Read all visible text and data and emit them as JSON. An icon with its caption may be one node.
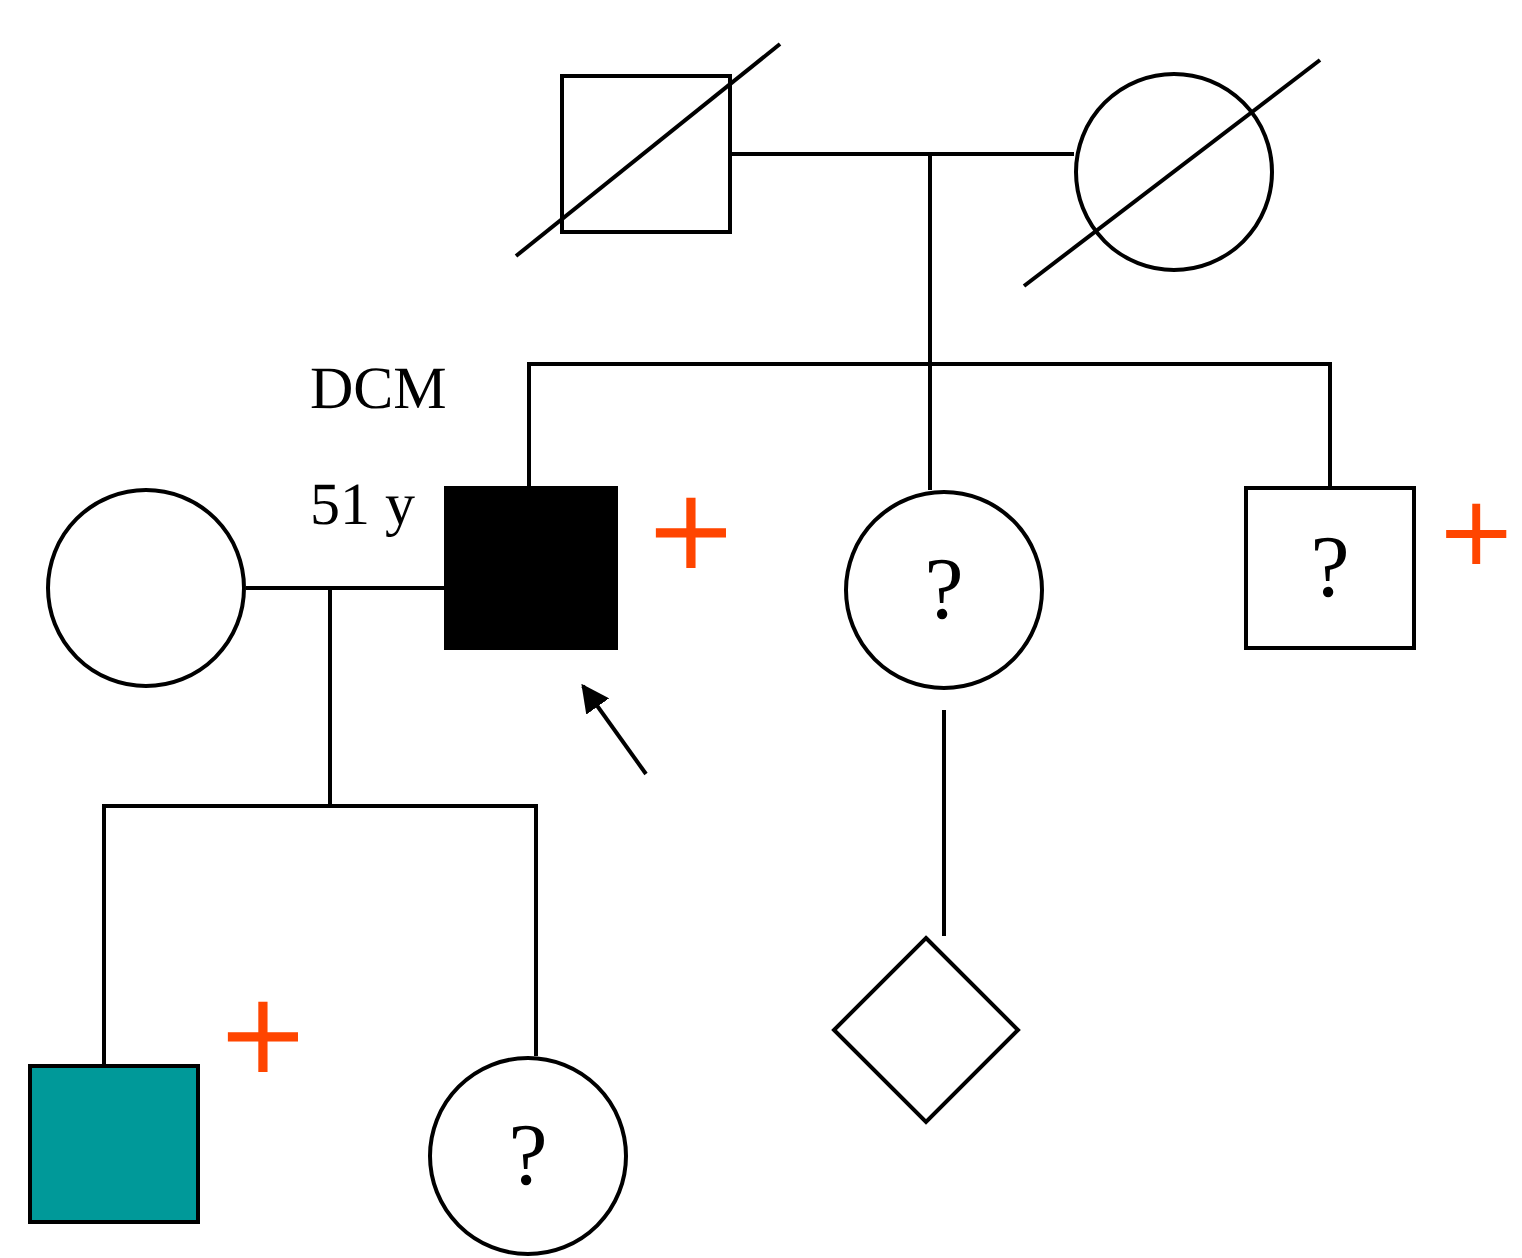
{
  "diagram": {
    "nodes": [
      {
        "text": [],
        "shape": "box"
      },
      {
        "text": [],
        "shape": "circle"
      },
      {
        "text": [],
        "shape": "box",
        "beside": [
          "DCM",
          "51 y",
          "+"
        ]
      },
      {
        "text": [
          "?"
        ]
      },
      {
        "text": [
          "?"
        ],
        "beside": [
          "+"
        ]
      },
      {
        "text": [],
        "shape": "circle"
      },
      {
        "text": [],
        "shape": "box",
        "beside": [
          "+"
        ]
      },
      {
        "text": [
          "?"
        ]
      },
      {
        "text": [],
        "shape": "diamond"
      }
    ],
    "edges": [
      {
        "from": 0,
        "to": 1,
        "arrow": "none"
      },
      {
        "from": 0,
        "to": 2,
        "arrow": "none"
      },
      {
        "from": 0,
        "to": 3,
        "arrow": "none"
      },
      {
        "from": 0,
        "to": 4,
        "arrow": "none"
      },
      {
        "from": 5,
        "to": 2,
        "arrow": "none"
      },
      {
        "from": 2,
        "to": 6,
        "arrow": "none"
      },
      {
        "from": 2,
        "to": 7,
        "arrow": "none"
      },
      {
        "from": 3,
        "to": 8,
        "arrow": "none"
      },
      {
        "from": null,
        "to": 2,
        "arrow": "to"
      }
    ]
  }
}
